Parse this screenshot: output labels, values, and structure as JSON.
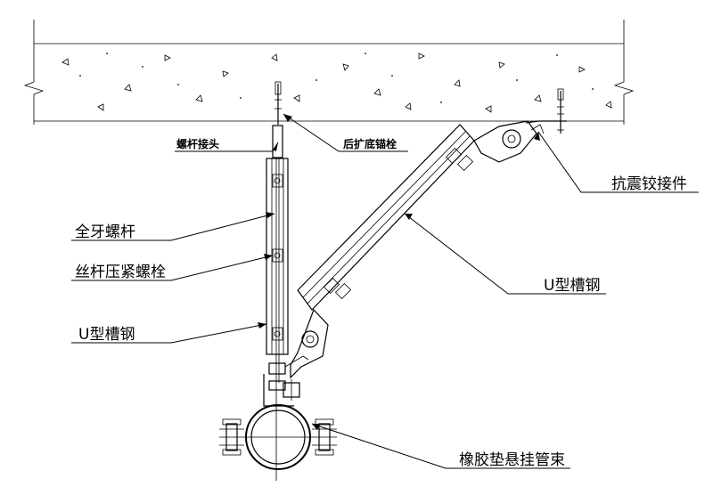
{
  "diagram": {
    "labels": {
      "threaded_rod_connector": "螺杆接头",
      "rear_expansion_anchor": "后扩底锚栓",
      "seismic_hinge_connector": "抗震铰接件",
      "full_thread_rod": "全牙螺杆",
      "rod_clamp_bolt": "丝杆压紧螺栓",
      "u_channel_left": "U型槽钢",
      "u_channel_brace": "U型槽钢",
      "rubber_pipe_clamp": "橡胶垫悬挂管束"
    },
    "colors": {
      "line": "#000000",
      "background": "#ffffff"
    }
  }
}
